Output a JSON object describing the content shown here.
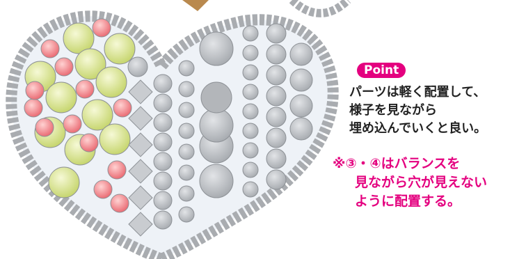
{
  "point_label": "Point",
  "note_lines": [
    "パーツは軽く配置して、",
    "様子を見ながら",
    "埋め込んでいくと良い。"
  ],
  "warn_lines": [
    "※③・④はバランスを",
    "見ながら穴が見えない",
    "ように配置する。"
  ],
  "colors": {
    "accent": "#e4007f",
    "bead_green": "#d7e48c",
    "bead_pink": "#f4868e",
    "bead_gray": "#bfc2c6",
    "border_gray": "#a9acb0",
    "heart_fill": "#eef2f7"
  }
}
